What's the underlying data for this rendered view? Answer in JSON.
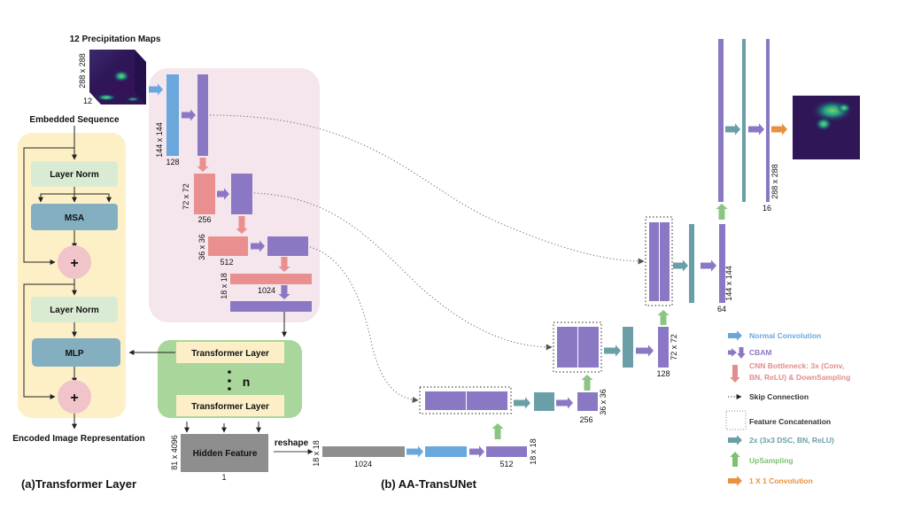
{
  "colors": {
    "conv_blue": "#6aa7dd",
    "cbam_purple": "#8b78c4",
    "bottleneck_red": "#ea8f8f",
    "dsc_teal": "#6a9fa8",
    "upsample_green": "#8cc583",
    "conv1x1_orange": "#e89140",
    "hidden_gray": "#8e8e8e",
    "transformer_panel_yellow": "#fdf0c7",
    "layernorm_green": "#d9ecd3",
    "msa_blue": "#84afc0",
    "plus_pink": "#f0c4c9",
    "encoder_panel_pink": "#f4e6ec",
    "stack_panel_green": "#a9d69a",
    "stack_layer_yellow": "#fcefc8"
  },
  "input": {
    "title": "12 Precipitation Maps",
    "size_label": "288 x 288",
    "channels_label": "12"
  },
  "transformer_layer": {
    "input_label": "Embedded Sequence",
    "blocks": [
      "Layer Norm",
      "MSA",
      "Layer Norm",
      "MLP"
    ],
    "add_symbol": "+",
    "output_label": "Encoded Image Representation",
    "caption": "(a)Transformer Layer"
  },
  "encoder": {
    "stage1": {
      "size": "144 x 144",
      "channels": "128"
    },
    "stage2": {
      "size": "72 x 72",
      "channels": "256"
    },
    "stage3": {
      "size": "36 x 36",
      "channels": "512"
    },
    "stage4": {
      "size": "18 x 18",
      "channels": "1024"
    }
  },
  "transformer_stack": {
    "layer_label": "Transformer Layer",
    "repeat_label": "n",
    "dots": "⋮"
  },
  "hidden_feature": {
    "label": "Hidden Feature",
    "size": "81 x 4096",
    "channels": "1",
    "reshape_label": "reshape"
  },
  "decoder": {
    "bottom": {
      "size_in": "18 x 18",
      "channels_in": "1024",
      "size_out": "18 x 18",
      "channels_out": "512"
    },
    "up1": {
      "size": "36 x 36",
      "channels": "256"
    },
    "up2": {
      "size": "72 x 72",
      "channels": "128"
    },
    "up3": {
      "size": "144 x 144",
      "channels": "64"
    },
    "up4": {
      "size": "288 x 288",
      "channels": "16"
    }
  },
  "caption_b": "(b) AA-TransUNet",
  "legend": [
    {
      "icon": "right-arrow-icon",
      "label": "Normal Convolution",
      "color": "#6aa7dd"
    },
    {
      "icon": "cbam-arrows-icon",
      "label": "CBAM",
      "color": "#8b78c4"
    },
    {
      "icon": "down-arrow-icon",
      "label": "CNN Bottleneck: 3x (Conv,",
      "label2": "BN, ReLU) & DownSampling",
      "color": "#e48b8b"
    },
    {
      "icon": "dotted-arrow-icon",
      "label": "Skip Connection",
      "color": "#333333"
    },
    {
      "icon": "dotted-box-icon",
      "label": "Feature Concatenation",
      "color": "#333333"
    },
    {
      "icon": "right-arrow-icon",
      "label": "2x (3x3 DSC, BN, ReLU)",
      "color": "#6a9fa8"
    },
    {
      "icon": "up-arrow-icon",
      "label": "UpSampling",
      "color": "#7fbf74"
    },
    {
      "icon": "right-arrow-icon",
      "label": "1 X 1 Convolution",
      "color": "#e89140"
    }
  ]
}
